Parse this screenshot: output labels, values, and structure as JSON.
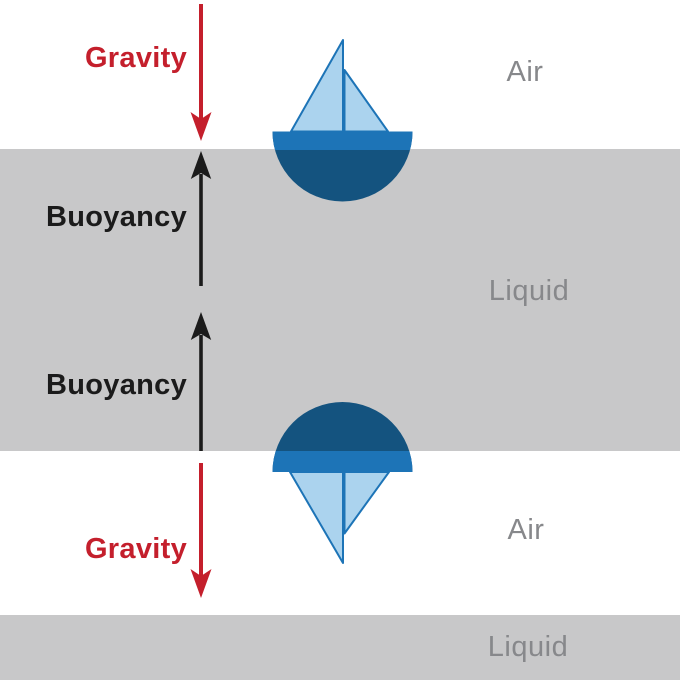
{
  "diagram": {
    "regions": [
      {
        "id": "air-top",
        "label": "Air"
      },
      {
        "id": "liquid-top",
        "label": "Liquid"
      },
      {
        "id": "air-bottom",
        "label": "Air"
      },
      {
        "id": "liquid-bottom",
        "label": "Liquid"
      }
    ],
    "forces": {
      "gravity_top": "Gravity",
      "buoyancy_top": "Buoyancy",
      "buoyancy_bottom": "Buoyancy",
      "gravity_bottom": "Gravity"
    },
    "icons": {
      "boat_floating": "sailboat-floating-icon",
      "boat_inverted": "sailboat-inverted-icon",
      "gravity_arrows": "down-arrow-icon",
      "buoyancy_arrows": "up-arrow-icon"
    }
  },
  "colors": {
    "gravity_red": "#c41f2c",
    "force_black": "#1b1b1b",
    "liquid_gray": "#c8c8c9",
    "label_gray": "#87888b",
    "boat_dark_blue": "#14537f",
    "boat_mid_blue": "#1d74b7",
    "sail_light_blue": "#abd3ee"
  }
}
